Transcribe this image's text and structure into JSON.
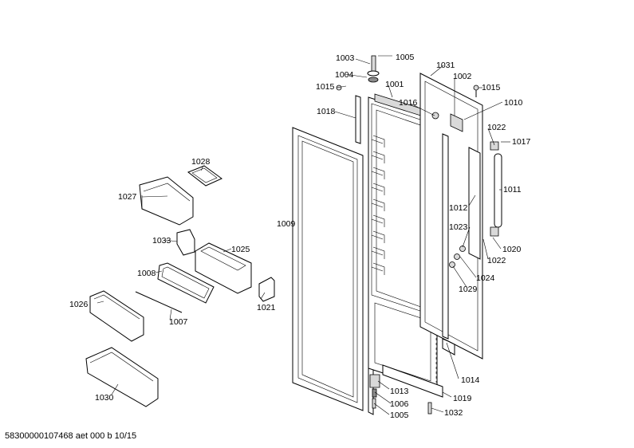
{
  "footer": {
    "document_id": "58300000107468 aet 000 b 10/15"
  },
  "callouts": {
    "c1003": "1003",
    "c1005a": "1005",
    "c1004": "1004",
    "c1031": "1031",
    "c1015a": "1015",
    "c1001": "1001",
    "c1002": "1002",
    "c1015b": "1015",
    "c1016": "1016",
    "c1010": "1010",
    "c1018": "1018",
    "c1022a": "1022",
    "c1017": "1017",
    "c1028": "1028",
    "c1011": "1011",
    "c1027": "1027",
    "c1012": "1012",
    "c1009": "1009",
    "c1023": "1023",
    "c1033": "1033",
    "c1025": "1025",
    "c1020": "1020",
    "c1022b": "1022",
    "c1008": "1008",
    "c1024": "1024",
    "c1021": "1021",
    "c1029": "1029",
    "c1026": "1026",
    "c1007": "1007",
    "c1014": "1014",
    "c1013": "1013",
    "c1030": "1030",
    "c1019": "1019",
    "c1006": "1006",
    "c1005b": "1005",
    "c1032": "1032"
  }
}
